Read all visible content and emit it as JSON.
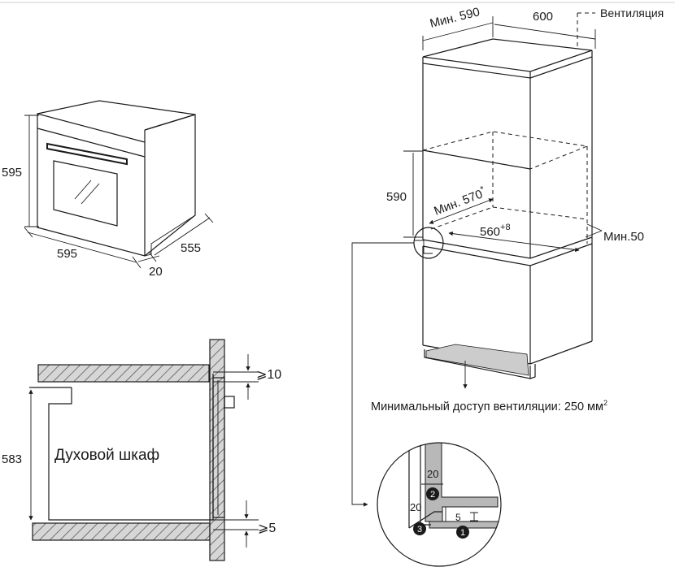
{
  "oven_iso": {
    "height": "595",
    "width": "595",
    "depth": "555",
    "front": "20"
  },
  "niche": {
    "min_depth": "Мин. 590",
    "width": "600",
    "ventilation": "Вентиляция",
    "height": "590",
    "min_inner": "Мин. 570",
    "min_inner_mark": "*",
    "inner_width": "560",
    "inner_width_tol": "+8",
    "min_back": "Мин.50",
    "vent_access": "Минимальный доступ вентиляции: 250 мм",
    "vent_access_sup": "2"
  },
  "section": {
    "label": "Духовой шкаф",
    "height": "583",
    "top_gap": "⩾10",
    "bottom_gap": "⩾5"
  },
  "detail": {
    "dim_top": "20",
    "dim_left": "20",
    "dim_small": "5",
    "badge_1": "1",
    "badge_2": "2",
    "badge_3": "3"
  }
}
